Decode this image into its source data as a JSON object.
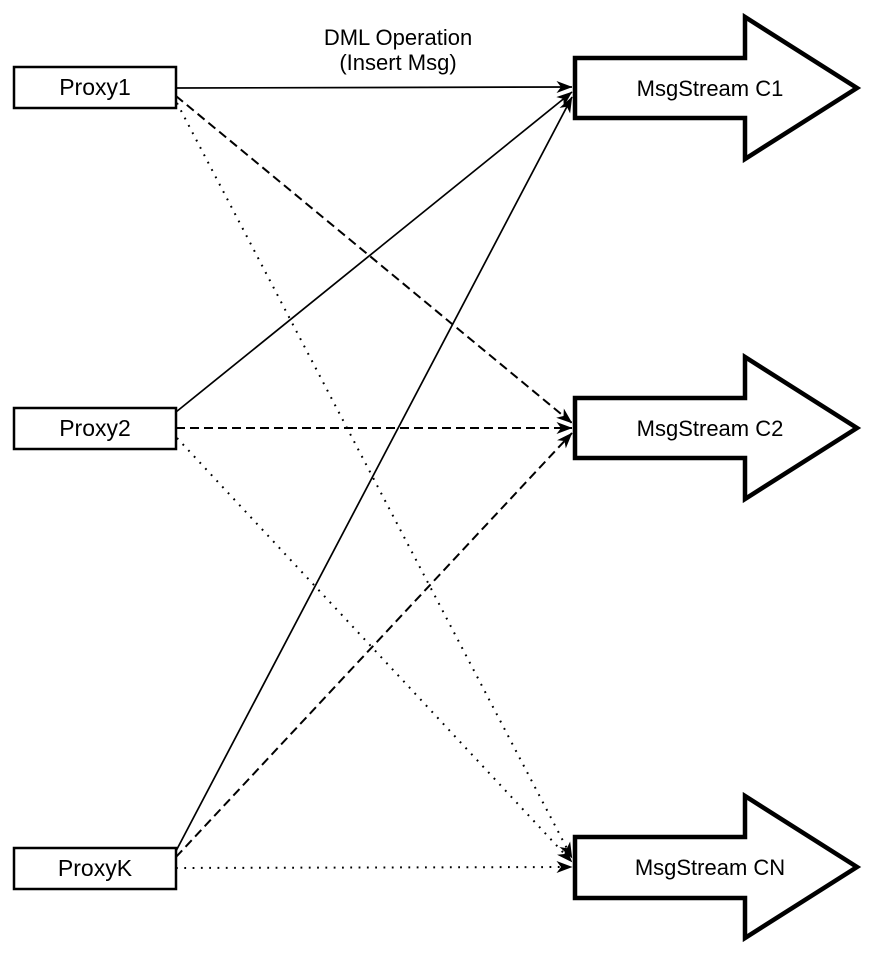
{
  "annotation": {
    "line1": "DML Operation",
    "line2": "(Insert Msg)"
  },
  "proxies": [
    {
      "id": "Proxy1",
      "label": "Proxy1"
    },
    {
      "id": "Proxy2",
      "label": "Proxy2"
    },
    {
      "id": "ProxyK",
      "label": "ProxyK"
    }
  ],
  "streams": [
    {
      "id": "MsgStream C1",
      "label": "MsgStream C1"
    },
    {
      "id": "MsgStream C2",
      "label": "MsgStream C2"
    },
    {
      "id": "MsgStream CN",
      "label": "MsgStream CN"
    }
  ],
  "connections": [
    {
      "from": "Proxy1",
      "to": "MsgStream C1",
      "style": "solid"
    },
    {
      "from": "Proxy2",
      "to": "MsgStream C1",
      "style": "solid"
    },
    {
      "from": "ProxyK",
      "to": "MsgStream C1",
      "style": "solid"
    },
    {
      "from": "Proxy1",
      "to": "MsgStream C2",
      "style": "dashed"
    },
    {
      "from": "Proxy2",
      "to": "MsgStream C2",
      "style": "dashed"
    },
    {
      "from": "ProxyK",
      "to": "MsgStream C2",
      "style": "dashed"
    },
    {
      "from": "Proxy1",
      "to": "MsgStream CN",
      "style": "dotted"
    },
    {
      "from": "Proxy2",
      "to": "MsgStream CN",
      "style": "dotted"
    },
    {
      "from": "ProxyK",
      "to": "MsgStream CN",
      "style": "dotted"
    }
  ],
  "colors": {
    "line": "#000000",
    "node_fill": "#ffffff",
    "background": "#ffffff"
  }
}
